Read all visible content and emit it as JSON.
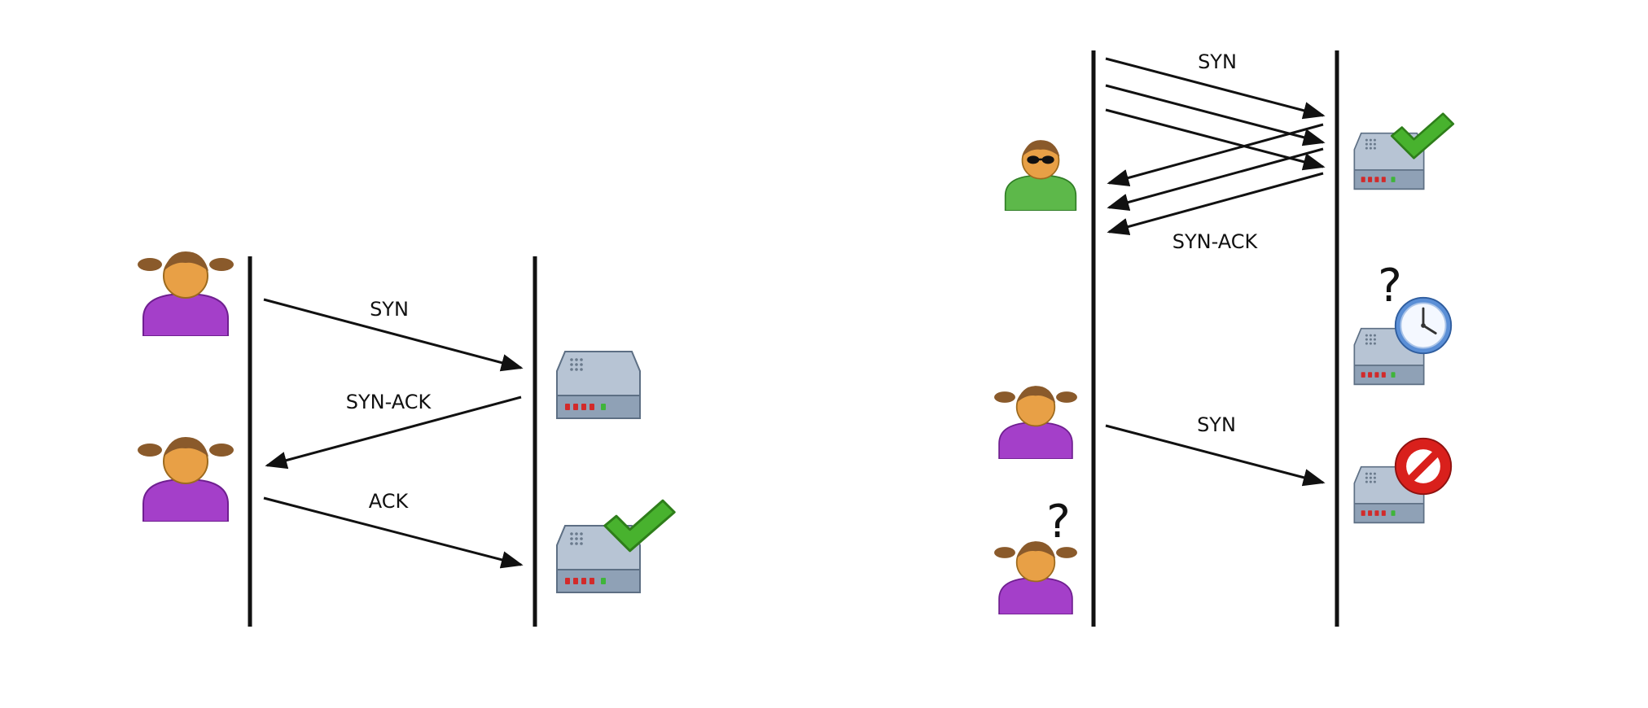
{
  "colors": {
    "line": "#111111",
    "user_body": "#a43fc9",
    "user_skin": "#e8a046",
    "user_hair": "#8a5a2b",
    "attacker_body": "#5db84a",
    "server_body": "#9fb0c4",
    "check": "#48b22e",
    "forbidden": "#d9201c",
    "clock": "#5b8fd6"
  },
  "left_diagram": {
    "messages": [
      {
        "label": "SYN",
        "direction": "client-to-server"
      },
      {
        "label": "SYN-ACK",
        "direction": "server-to-client"
      },
      {
        "label": "ACK",
        "direction": "client-to-server"
      }
    ],
    "icons": [
      "user-icon",
      "user-icon",
      "server-icon",
      "server-check-icon"
    ]
  },
  "right_diagram": {
    "flood": {
      "syn_label": "SYN",
      "synack_label": "SYN-ACK",
      "syn_count": 3,
      "synack_count": 3
    },
    "late_syn_label": "SYN",
    "question_mark": "?",
    "icons": [
      "attacker-icon",
      "user-icon",
      "waiting-user-icon",
      "server-check-icon",
      "server-clock-icon",
      "server-forbidden-icon"
    ]
  }
}
